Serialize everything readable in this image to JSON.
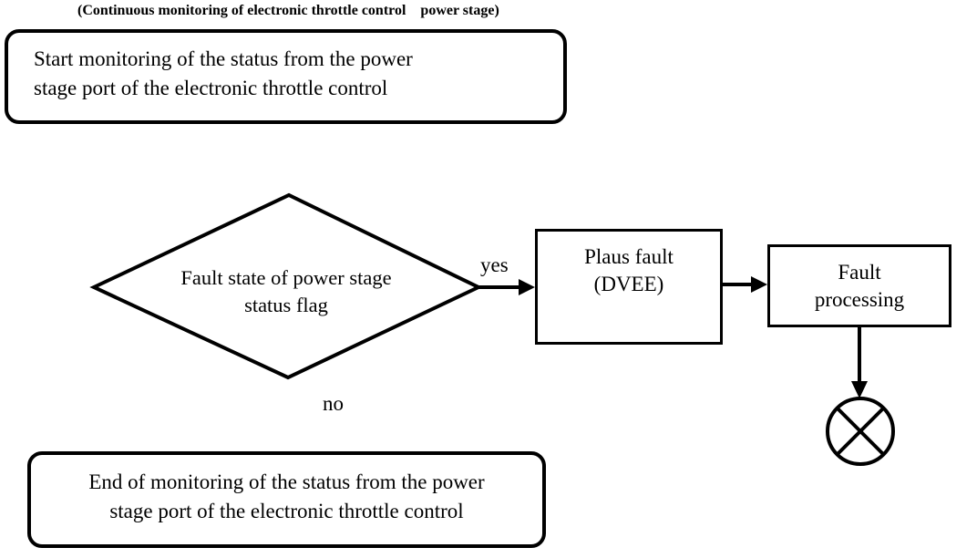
{
  "title": "(Continuous monitoring of electronic throttle control    power stage)",
  "nodes": {
    "start": {
      "type": "terminator",
      "lines": [
        "Start monitoring of the status from the power",
        "stage port of the electronic throttle control"
      ]
    },
    "decision": {
      "type": "decision",
      "lines": [
        "Fault state of power stage",
        "status flag"
      ]
    },
    "plaus_fault": {
      "type": "process",
      "lines": [
        "Plaus fault",
        "(DVEE)"
      ]
    },
    "fault_processing": {
      "type": "process",
      "lines": [
        "Fault",
        "processing"
      ]
    },
    "end": {
      "type": "terminator",
      "lines": [
        "End of monitoring of the status from the power",
        "stage port of the electronic throttle control"
      ]
    }
  },
  "edge_labels": {
    "yes": "yes",
    "no": "no"
  },
  "colors": {
    "line": "#000000",
    "background": "#ffffff"
  }
}
